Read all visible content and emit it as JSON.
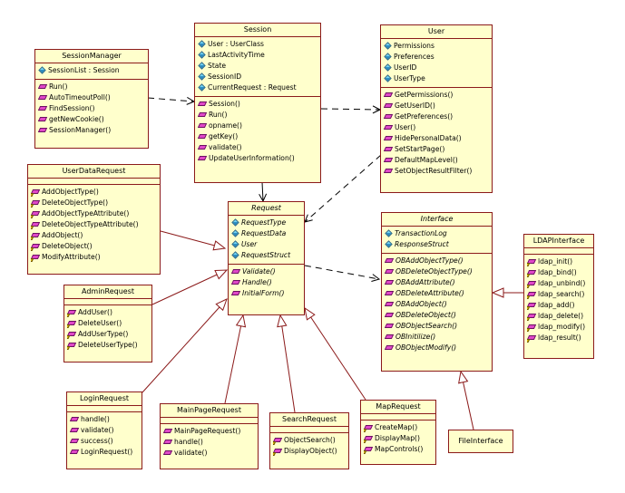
{
  "classes": {
    "session_manager": {
      "name": "SessionManager",
      "attributes": [
        "SessionList : Session"
      ],
      "operations": [
        "Run()",
        "AutoTimeoutPoll()",
        "FindSession()",
        "getNewCookie()",
        "SessionManager()"
      ]
    },
    "session": {
      "name": "Session",
      "attributes": [
        "User : UserClass",
        "LastActivityTime",
        "State",
        "SessionID",
        "CurrentRequest : Request"
      ],
      "operations": [
        "Session()",
        "Run()",
        "opname()",
        "getKey()",
        "validate()",
        "UpdateUserInformation()"
      ]
    },
    "user": {
      "name": "User",
      "attributes": [
        "Permissions",
        "Preferences",
        "UserID",
        "UserType"
      ],
      "operations": [
        "GetPermissions()",
        "GetUserID()",
        "GetPreferences()",
        "User()",
        "HidePersonalData()",
        "SetStartPage()",
        "DefaultMapLevel()",
        "SetObjectResultFilter()"
      ]
    },
    "user_data_request": {
      "name": "UserDataRequest",
      "operations": [
        "AddObjectType()",
        "DeleteObjectType()",
        "AddObjectTypeAttribute()",
        "DeleteObjectTypeAttribute()",
        "AddObject()",
        "DeleteObject()",
        "ModifyAttribute()"
      ]
    },
    "request": {
      "name": "Request",
      "attributes": [
        "RequestType",
        "RequestData",
        "User",
        "RequestStruct"
      ],
      "operations": [
        "Validate()",
        "Handle()",
        "InitialForm()"
      ]
    },
    "interface": {
      "name": "Interface",
      "attributes": [
        "TransactionLog",
        "ResponseStruct"
      ],
      "operations": [
        "OBAddObjectType()",
        "OBDeleteObjectType()",
        "OBAddAttribute()",
        "OBDeleteAttribute()",
        "OBAddObject()",
        "OBDeleteObject()",
        "OBObjectSearch()",
        "OBInitilize()",
        "OBObjectModify()"
      ]
    },
    "admin_request": {
      "name": "AdminRequest",
      "operations": [
        "AddUser()",
        "DeleteUser()",
        "AddUserType()",
        "DeleteUserType()"
      ]
    },
    "ldap_interface": {
      "name": "LDAPInterface",
      "operations": [
        "ldap_init()",
        "ldap_bind()",
        "ldap_unbind()",
        "ldap_search()",
        "ldap_add()",
        "ldap_delete()",
        "ldap_modify()",
        "ldap_result()"
      ]
    },
    "login_request": {
      "name": "LoginRequest",
      "operations": [
        "handle()",
        "validate()",
        "success()",
        "LoginRequest()"
      ]
    },
    "main_page_request": {
      "name": "MainPageRequest",
      "operations": [
        "MainPageRequest()",
        "handle()",
        "validate()"
      ]
    },
    "search_request": {
      "name": "SearchRequest",
      "operations": [
        "ObjectSearch()",
        "DisplayObject()"
      ]
    },
    "map_request": {
      "name": "MapRequest",
      "operations": [
        "CreateMap()",
        "DisplayMap()",
        "MapControls()"
      ]
    },
    "file_interface": {
      "name": "FileInterface"
    }
  },
  "colors": {
    "class_fill": "#ffffcc",
    "class_border": "#8b1a1a",
    "link": "#000000"
  },
  "icons": {
    "attribute": "attribute-diamond-icon",
    "operation": "operation-icon",
    "protected_marker": "lock-icon"
  }
}
